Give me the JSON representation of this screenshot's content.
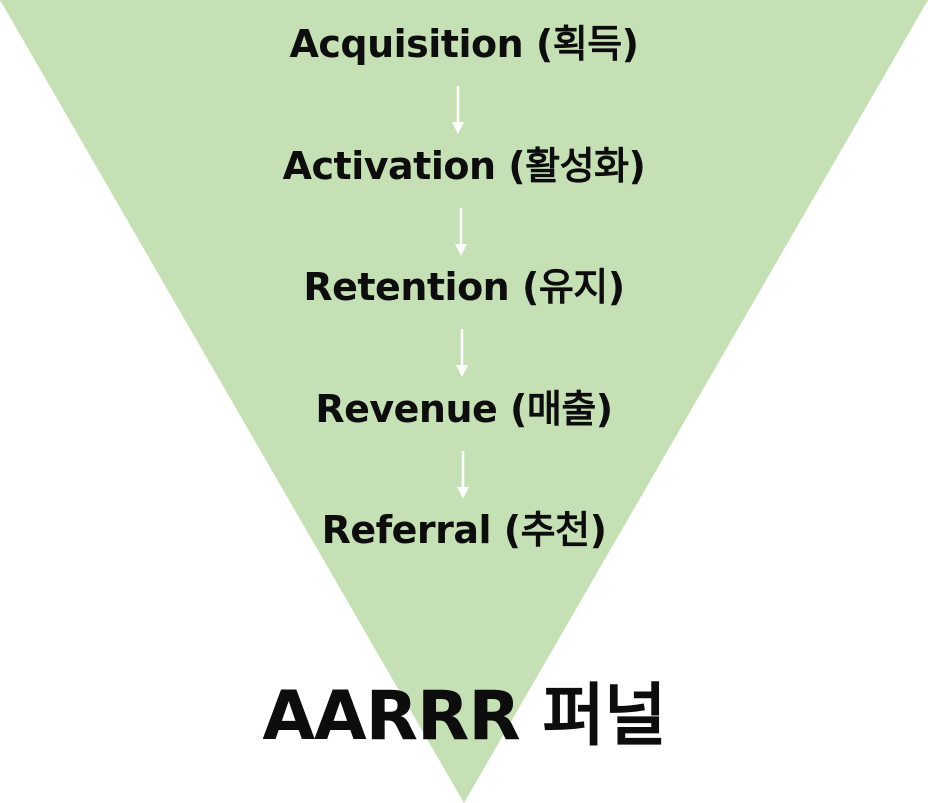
{
  "colors": {
    "funnel_fill": "#c6e0b6",
    "arrow": "#ffffff",
    "text": "#0d0d0d"
  },
  "stages": [
    {
      "label": "Acquisition (획득)"
    },
    {
      "label": "Activation (활성화)"
    },
    {
      "label": "Retention (유지)"
    },
    {
      "label": "Revenue (매출)"
    },
    {
      "label": "Referral (추천)"
    }
  ],
  "title": "AARRR 퍼널"
}
